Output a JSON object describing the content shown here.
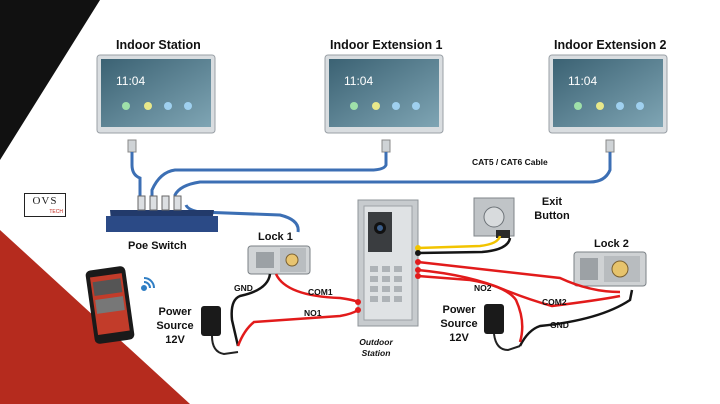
{
  "colors": {
    "black_band": "#111111",
    "red_accent": "#b52b1e",
    "cable_blue": "#3c6fb4",
    "wire_red": "#e21b1b",
    "wire_black": "#151515",
    "wire_yellow": "#f2c400"
  },
  "monitors": [
    {
      "label": "Indoor Station",
      "time": "11:04"
    },
    {
      "label": "Indoor Extension 1",
      "time": "11:04"
    },
    {
      "label": "Indoor Extension 2",
      "time": "11:04"
    }
  ],
  "cable_label": "CAT5 / CAT6 Cable",
  "poe_switch_label": "Poe Switch",
  "logo": {
    "main": "OVS",
    "sub": "TECH"
  },
  "lock1_label": "Lock 1",
  "lock2_label": "Lock 2",
  "exit_button_label_line1": "Exit",
  "exit_button_label_line2": "Button",
  "outdoor_station_label_line1": "Outdoor",
  "outdoor_station_label_line2": "Station",
  "power_left": {
    "line1": "Power",
    "line2": "Source",
    "line3": "12V"
  },
  "power_right": {
    "line1": "Power",
    "line2": "Source",
    "line3": "12V"
  },
  "wire_labels": {
    "gnd_left": "GND",
    "com1": "COM1",
    "no1": "NO1",
    "no2": "NO2",
    "com2": "COM2",
    "gnd_right": "GND"
  },
  "icons": [
    "wifi-icon",
    "smartphone-icon",
    "ethernet-plug-icon"
  ]
}
